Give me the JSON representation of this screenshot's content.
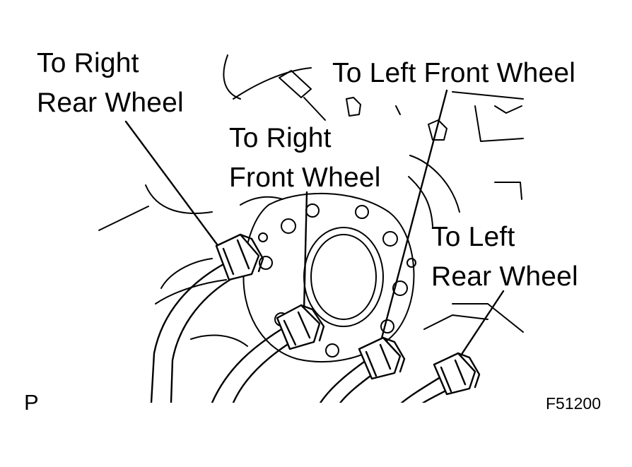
{
  "labels": {
    "right_rear": [
      "To Right",
      "Rear Wheel"
    ],
    "left_front": [
      "To Left Front Wheel"
    ],
    "right_front": [
      "To Right",
      "Front Wheel"
    ],
    "left_rear": [
      "To Left",
      "Rear Wheel"
    ]
  },
  "view_code": "P",
  "figure_id": "F51200",
  "colors": {
    "ink": "#000000",
    "paper": "#ffffff"
  }
}
